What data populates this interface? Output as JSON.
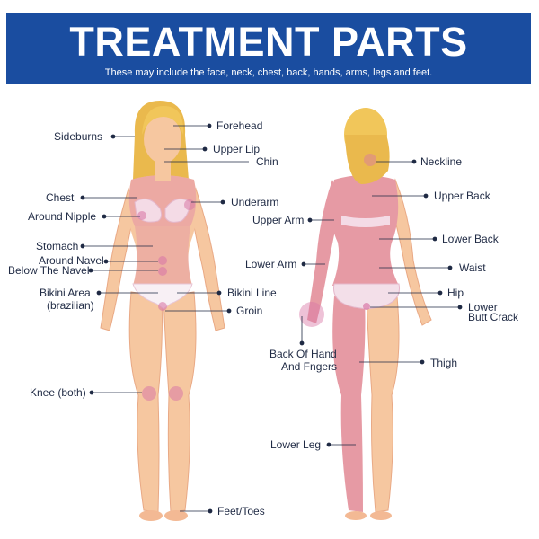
{
  "header": {
    "title": "TREATMENT PARTS",
    "subtitle": "These may include the face, neck, chest, back, hands, arms, legs and feet."
  },
  "colors": {
    "banner": "#1a4da0",
    "skin": "#f6c7a0",
    "treated_area": "#e69aa4",
    "highlight_spot": "#d978a6",
    "hair": "#f1c65a",
    "label_text": "#1f2a44",
    "leader_line": "#1f2a44"
  },
  "front_labels": {
    "sideburns": "Sideburns",
    "forehead": "Forehead",
    "upper_lip": "Upper Lip",
    "chin": "Chin",
    "chest": "Chest",
    "underarm": "Underarm",
    "around_nipple": "Around Nipple",
    "stomach": "Stomach",
    "around_navel": "Around Navel",
    "below_navel": "Below The Navel",
    "bikini_area_1": "Bikini Area",
    "bikini_area_2": "(brazilian)",
    "bikini_line": "Bikini Line",
    "groin": "Groin",
    "knee": "Knee (both)",
    "feet_toes": "Feet/Toes"
  },
  "back_labels": {
    "neckline": "Neckline",
    "upper_back": "Upper Back",
    "upper_arm": "Upper Arm",
    "lower_back": "Lower Back",
    "lower_arm": "Lower Arm",
    "waist": "Waist",
    "hip": "Hip",
    "lower_butt_crack_1": "Lower",
    "lower_butt_crack_2": "Butt Crack",
    "back_of_hand_1": "Back Of Hand",
    "back_of_hand_2": "And Fngers",
    "thigh": "Thigh",
    "lower_leg": "Lower Leg"
  }
}
